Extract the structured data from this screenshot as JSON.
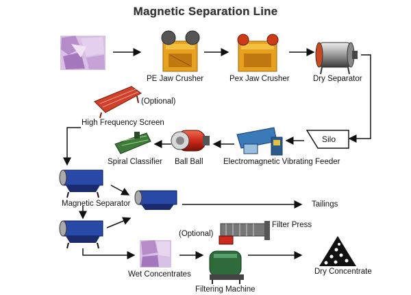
{
  "title": "Magnetic Separation Line",
  "labels": {
    "pe_jaw_crusher": "PE Jaw Crusher",
    "pex_jaw_crusher": "Pex Jaw Crusher",
    "dry_separator": "Dry Separator",
    "optional_1": "(Optional)",
    "high_frequency_screen": "High Frequency Screen",
    "silo": "Silo",
    "spiral_classifier": "Spiral Classifier",
    "ball_ball": "Ball Ball",
    "electromagnetic_vibrating_feeder": "Electromagnetic Vibrating Feeder",
    "magnetic_separator": "Magnetic Separator",
    "tailings": "Tailings",
    "filter_press": "Filter Press",
    "optional_2": "(Optional)",
    "wet_concentrates": "Wet Concentrates",
    "dry_concentrate": "Dry Concentrate",
    "filtering_machine": "Filtering Machine"
  },
  "colors": {
    "ore": "#c9a9d8",
    "crusher": "#e8a020",
    "separator_blue": "#2a4aa8",
    "screen_red": "#d0402a",
    "mill_red": "#cc2a1a",
    "feeder_blue": "#3a7ab8",
    "classifier_green": "#3e7a3a",
    "filter_green": "#2e6a3a",
    "arrow": "#111111"
  }
}
